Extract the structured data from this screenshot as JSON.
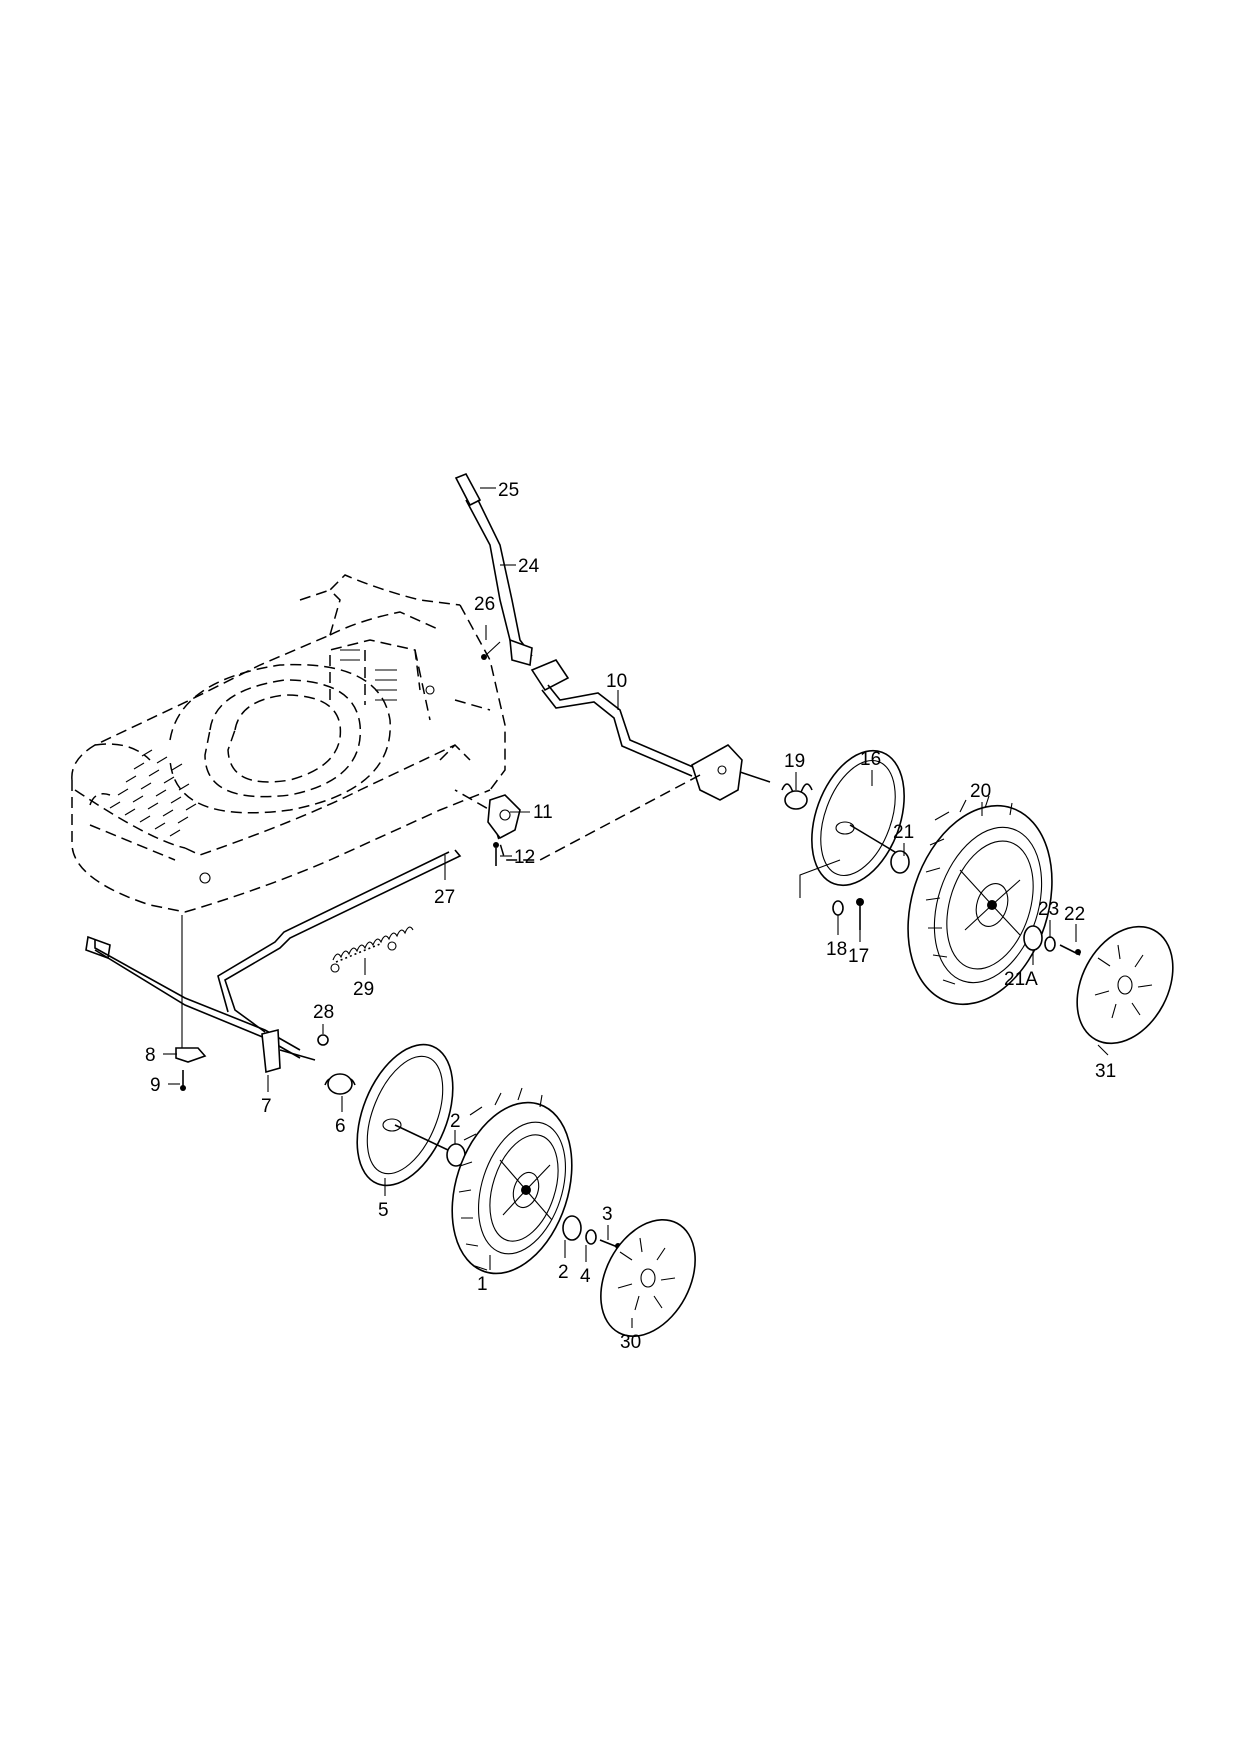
{
  "labels": {
    "p1": "1",
    "p2a": "2",
    "p2b": "2",
    "p3": "3",
    "p4": "4",
    "p5": "5",
    "p6": "6",
    "p7": "7",
    "p8": "8",
    "p9": "9",
    "p10": "10",
    "p11": "11",
    "p12": "12",
    "p16": "16",
    "p17": "17",
    "p18": "18",
    "p19": "19",
    "p20": "20",
    "p21": "21",
    "p21a": "21A",
    "p22": "22",
    "p23": "23",
    "p24": "24",
    "p25": "25",
    "p26": "26",
    "p27": "27",
    "p28": "28",
    "p29": "29",
    "p30": "30",
    "p31": "31"
  }
}
